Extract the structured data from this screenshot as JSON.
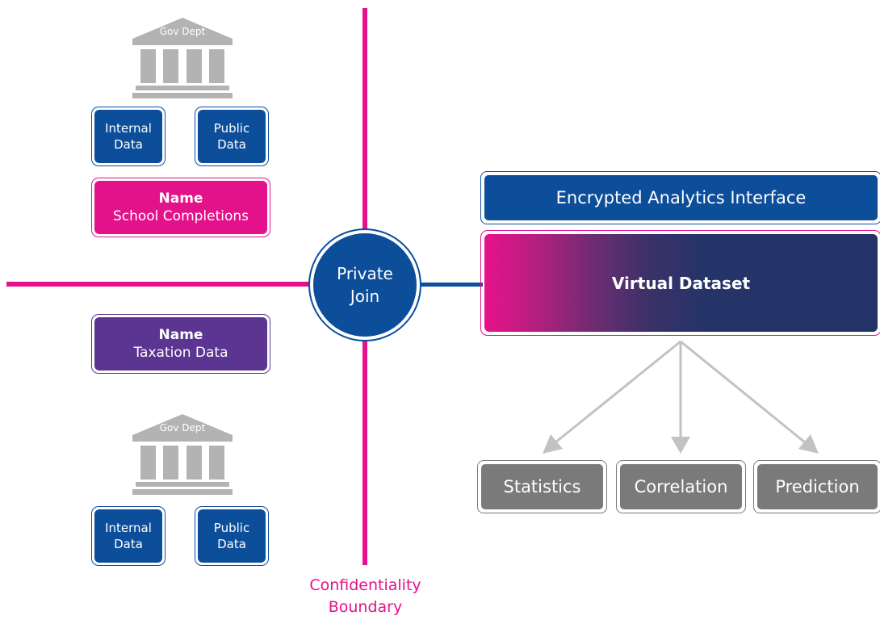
{
  "colors": {
    "boundary": "#e4128a",
    "blue": "#0d4e9b",
    "purple": "#5b3591",
    "grey": "#7a7a7a",
    "arrow": "#c2c2c2",
    "navy": "#253468"
  },
  "top_department": {
    "building_icon": "government-building-icon",
    "label": "Gov Dept",
    "internal": [
      "Internal",
      "Data"
    ],
    "public": [
      "Public",
      "Data"
    ],
    "dataset": {
      "title": "Name",
      "subtitle": "School Completions"
    }
  },
  "bottom_department": {
    "building_icon": "government-building-icon",
    "label": "Gov Dept",
    "internal": [
      "Internal",
      "Data"
    ],
    "public": [
      "Public",
      "Data"
    ],
    "dataset": {
      "title": "Name",
      "subtitle": "Taxation Data"
    }
  },
  "private_join": [
    "Private",
    "Join"
  ],
  "boundary_label": [
    "Confidentiality",
    "Boundary"
  ],
  "analytics_interface": "Encrypted Analytics Interface",
  "virtual_dataset": "Virtual Dataset",
  "outputs": [
    "Statistics",
    "Correlation",
    "Prediction"
  ]
}
